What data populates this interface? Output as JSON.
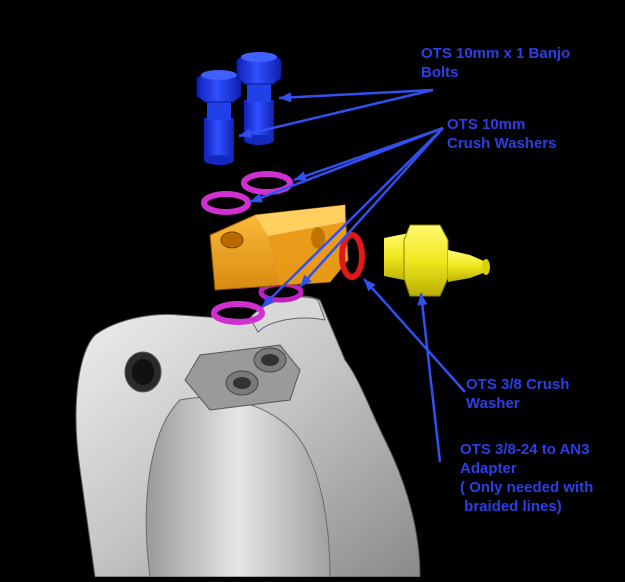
{
  "colors": {
    "background": "#000000",
    "label_text": "#2b3fe6",
    "leader_line": "#3050f0",
    "banjo_bolt": "#1a2fe0",
    "crush_washer_10mm": "#d030d0",
    "adapter_block": "#f0a020",
    "crush_washer_3_8": "#e01818",
    "an3_adapter": "#f5f020",
    "caliper": "#c8c8c8"
  },
  "labels": {
    "banjo_bolts": "OTS 10mm x 1 Banjo\nBolts",
    "crush_washers_10mm": "OTS 10mm\nCrush Washers",
    "crush_washer_3_8": "OTS 3/8 Crush\nWasher",
    "an3_adapter": "OTS 3/8-24 to AN3\nAdapter\n( Only needed with\n braided lines)"
  }
}
